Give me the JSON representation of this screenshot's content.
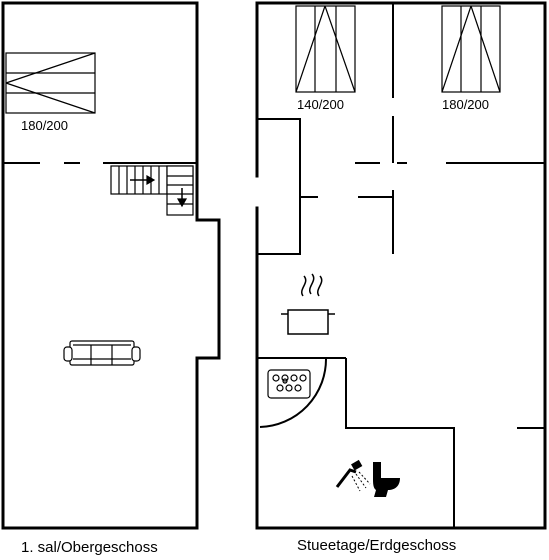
{
  "floors": {
    "upper": {
      "label": "1. sal/Obergeschoss"
    },
    "ground": {
      "label": "Stueetage/Erdgeschoss"
    }
  },
  "beds": {
    "upper_bed": {
      "size": "180/200"
    },
    "ground_bed_left": {
      "size": "140/200"
    },
    "ground_bed_right": {
      "size": "180/200"
    }
  },
  "icons": [
    "bed-icon",
    "stairs-icon",
    "sofa-icon",
    "cooking-pot-icon",
    "stove-icon",
    "shower-icon",
    "toilet-icon"
  ],
  "colors": {
    "wall": "#000000",
    "background": "#ffffff"
  }
}
